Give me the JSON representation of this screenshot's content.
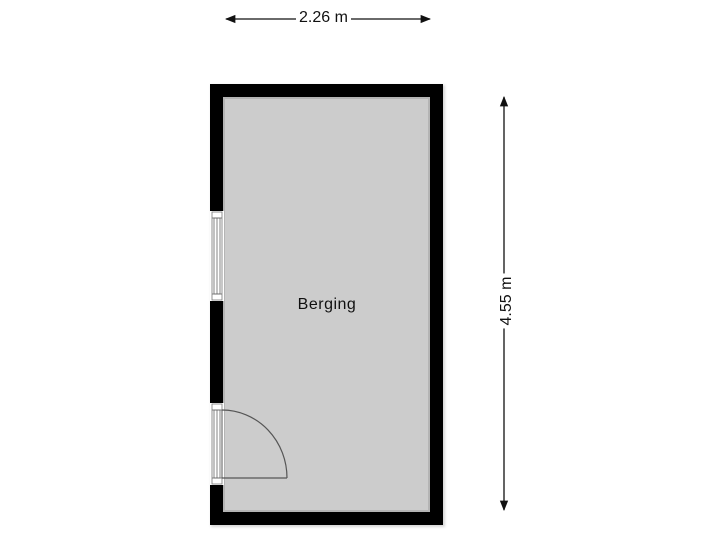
{
  "floorplan": {
    "room": {
      "name": "Berging",
      "fill_color": "#cccccc",
      "wall_color": "#000000"
    },
    "dimensions": {
      "width_label": "2.26 m",
      "height_label": "4.55 m"
    },
    "openings": [
      {
        "type": "window",
        "wall": "left"
      },
      {
        "type": "door",
        "wall": "left",
        "swing": "inward"
      }
    ]
  }
}
